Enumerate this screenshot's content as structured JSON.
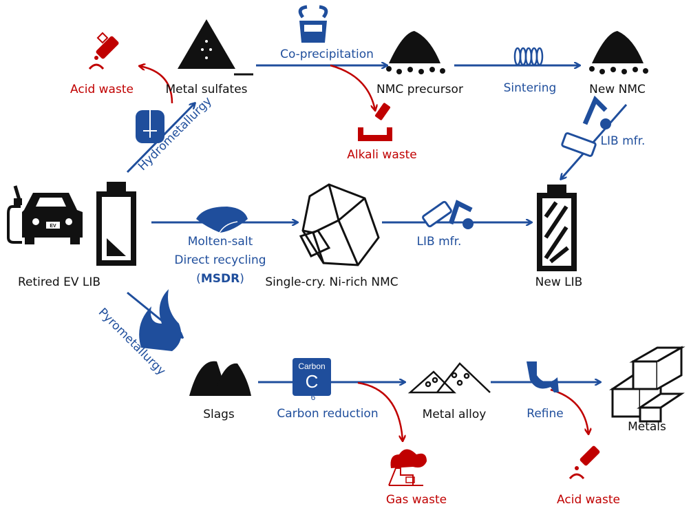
{
  "colors": {
    "process": "#1f4e9c",
    "waste": "#c00000",
    "material": "#111111"
  },
  "nodes": {
    "retired": "Retired EV LIB",
    "metal_sulfates": "Metal sulfates",
    "nmc_precursor": "NMC precursor",
    "new_nmc": "New NMC",
    "single_cry": "Single-cry. Ni-rich NMC",
    "new_lib": "New LIB",
    "slags": "Slags",
    "metal_alloy": "Metal alloy",
    "metals": "Metals"
  },
  "processes": {
    "hydro": "Hydrometallurgy",
    "coprecip": "Co-precipitation",
    "sintering": "Sintering",
    "lib_mfr_top": "LIB mfr.",
    "msdr_line1": "Molten-salt",
    "msdr_line2": "Direct recycling",
    "msdr_open": "(",
    "msdr_abbr": "MSDR",
    "msdr_close": ")",
    "lib_mfr_mid": "LIB mfr.",
    "pyro": "Pyrometallurgy",
    "carbon_reduction": "Carbon reduction",
    "refine": "Refine"
  },
  "carbon_tile": {
    "name": "Carbon",
    "symbol": "C",
    "number": "6"
  },
  "car_badge": "EV",
  "wastes": {
    "acid_top": "Acid waste",
    "alkali": "Alkali waste",
    "gas": "Gas waste",
    "acid_bottom": "Acid waste"
  }
}
